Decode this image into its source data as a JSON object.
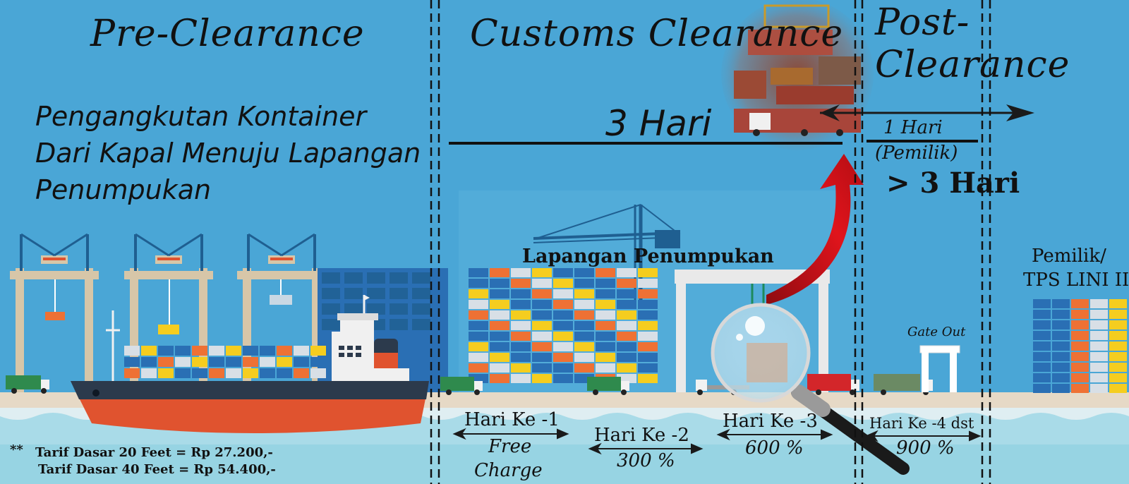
{
  "sections": {
    "pre_title": "Pre-Clearance",
    "customs_title": "Customs Clearance",
    "post_title_line1": "Post-",
    "post_title_line2": "Clearance"
  },
  "pre": {
    "desc_line1": "Pengangkutan Kontainer",
    "desc_line2": "Dari Kapal Menuju Lapangan",
    "desc_line3": "Penumpukan"
  },
  "customs": {
    "duration": "3 Hari",
    "yard_label": "Lapangan Penumpukan"
  },
  "post": {
    "duration_line1": "1 Hari",
    "duration_line2": "(Pemilik)",
    "over_label": "> 3 Hari",
    "gate_label": "Gate Out",
    "owner_line1": "Pemilik/",
    "owner_line2": "TPS LINI II"
  },
  "days": [
    {
      "label": "Hari Ke -1",
      "rate_line1": "Free",
      "rate_line2": "Charge"
    },
    {
      "label": "Hari Ke -2",
      "rate_line1": "300 %",
      "rate_line2": ""
    },
    {
      "label": "Hari Ke -3",
      "rate_line1": "600 %",
      "rate_line2": ""
    },
    {
      "label": "Hari Ke -4 dst",
      "rate_line1": "900 %",
      "rate_line2": ""
    }
  ],
  "tarif": {
    "marker": "**",
    "line1": "Tarif Dasar 20 Feet = Rp 27.200,-",
    "line2": "Tarif Dasar 40 Feet = Rp 54.400,-"
  },
  "colors": {
    "sky": "#4aa6d6",
    "water": "#a9dbe8",
    "ground": "#e6d9c6",
    "hull_red": "#e0532f",
    "hull_dark": "#2c3a4c",
    "arrow_red": "#d0121a",
    "container_blue": "#2a6fb4",
    "container_yellow": "#f5cd1f",
    "container_orange": "#ee7134"
  }
}
